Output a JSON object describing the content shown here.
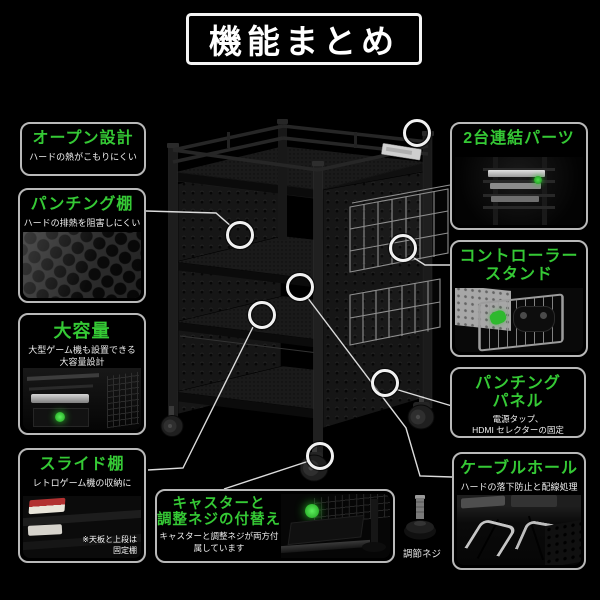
{
  "page": {
    "background": "#000000",
    "accent_green": "#35c935",
    "box_border": "#b9b9b9",
    "marker_color": "#f2f2f2"
  },
  "header": {
    "title": "機能まとめ"
  },
  "callouts": {
    "open_design": {
      "title": "オープン設計",
      "desc": "ハードの熱がこもりにくい"
    },
    "punching_shelf": {
      "title": "パンチング棚",
      "desc": "ハードの排熱を阻害しにくい"
    },
    "large_capacity": {
      "title": "大容量",
      "desc1": "大型ゲーム機も設置できる",
      "desc2": "大容量設計"
    },
    "slide_shelf": {
      "title": "スライド棚",
      "desc": "レトロゲーム機の収納に",
      "note1": "※天板と上段は",
      "note2": "固定棚"
    },
    "linking_parts": {
      "title": "2台連結パーツ"
    },
    "controller_stand": {
      "title1": "コントローラー",
      "title2": "スタンド"
    },
    "punching_panel": {
      "title1": "パンチング",
      "title2": "パネル",
      "desc1": "電源タップ、",
      "desc2": "HDMI セレクターの固定"
    },
    "cable_hole": {
      "title": "ケーブルホール",
      "desc": "ハードの落下防止と配線処理"
    },
    "caster_swap": {
      "title1": "キャスターと",
      "title2": "調整ネジの付替え",
      "desc1": "キャスターと調整ネジが両方付",
      "desc2": "属しています"
    },
    "adjuster": {
      "label": "調節ネジ"
    }
  }
}
